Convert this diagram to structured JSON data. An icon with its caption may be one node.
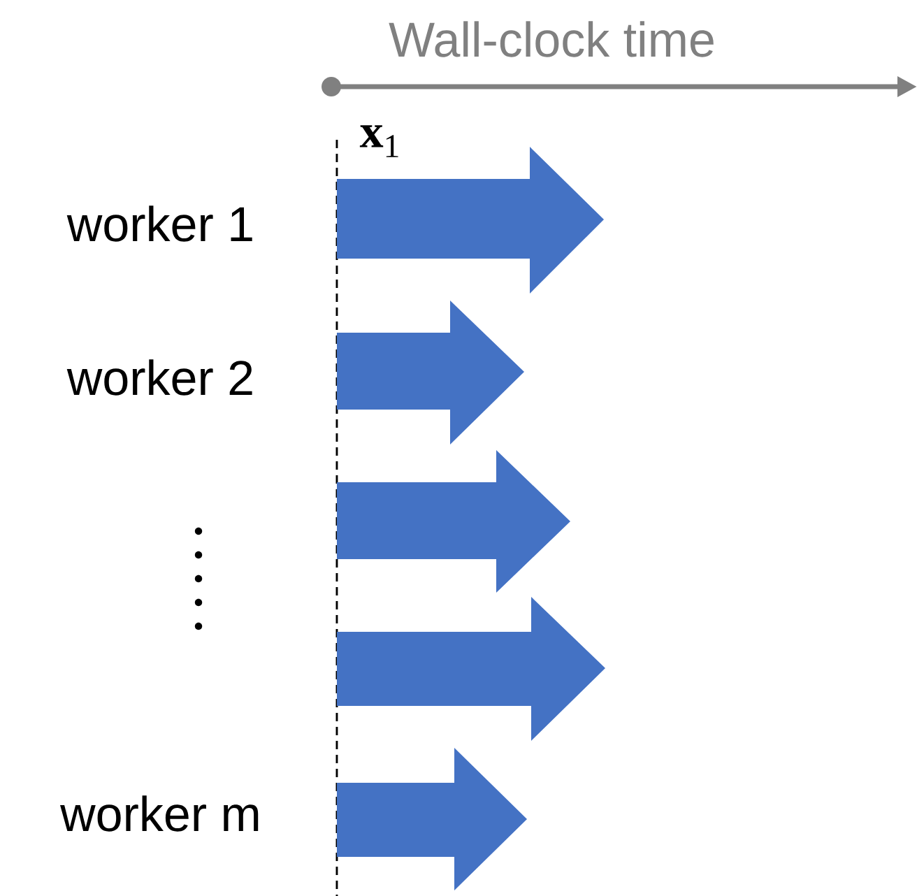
{
  "diagram": {
    "labels": [
      "Wall-clock time",
      "**x**$_{1}$",
      "worker 1",
      "worker 2",
      "worker m"
    ]
  }
}
